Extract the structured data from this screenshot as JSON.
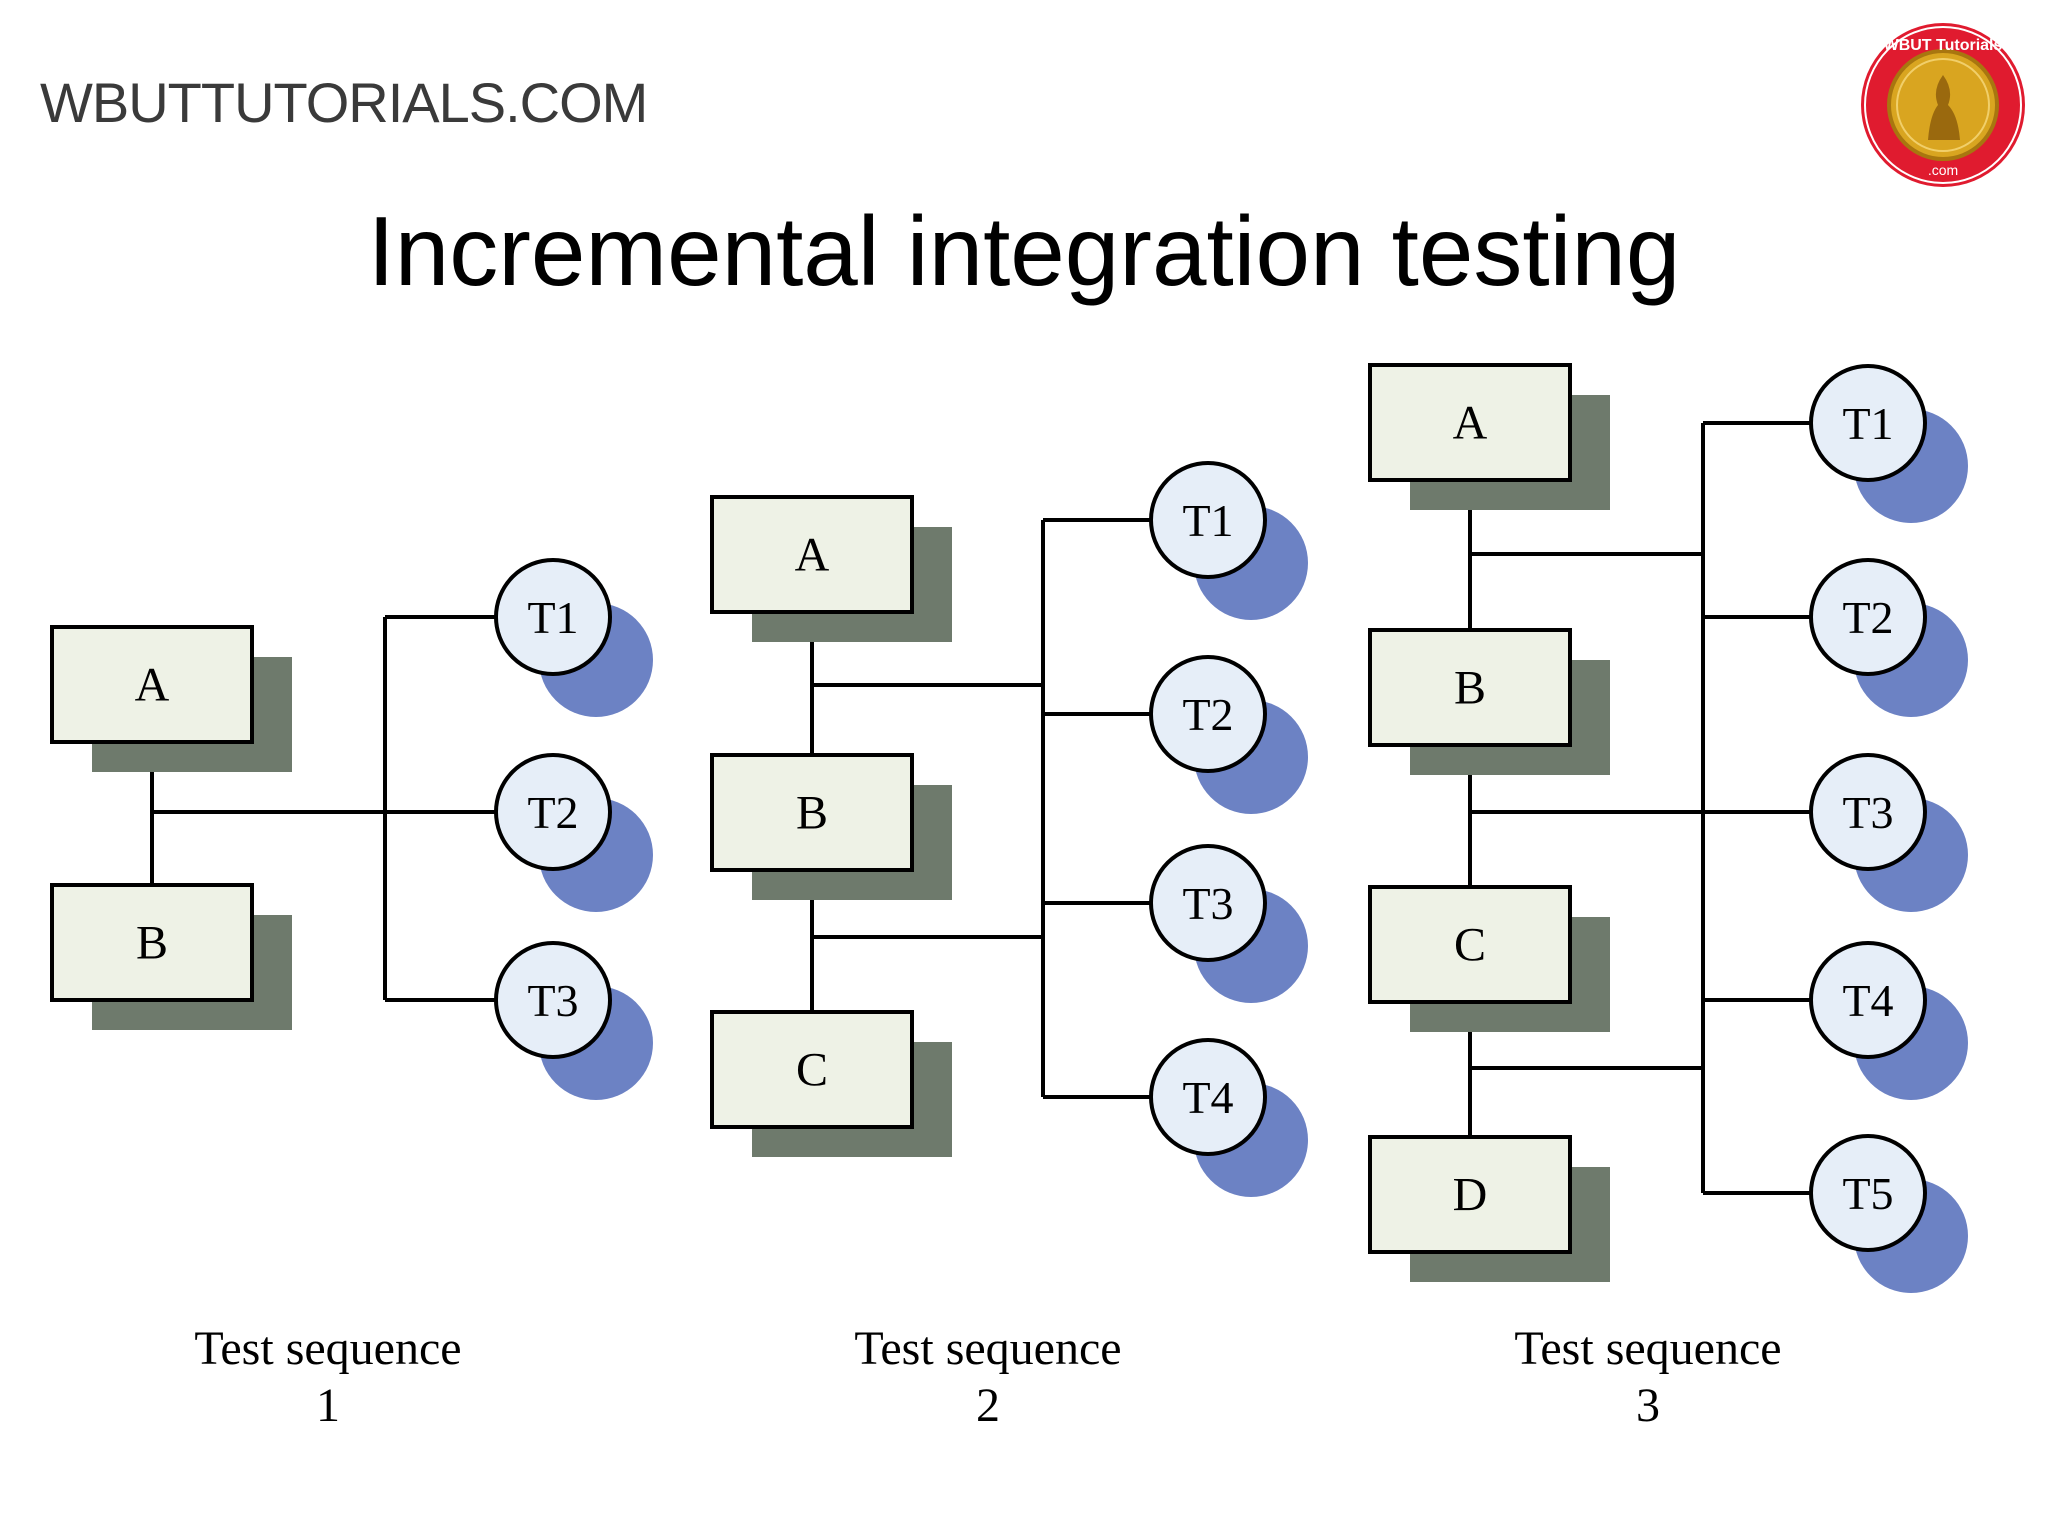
{
  "watermark": "WBUTTUTORIALS.COM",
  "title": "Incremental integration testing",
  "logo": {
    "ring_text": "WBUT Tutorials.com",
    "colors": {
      "ring": "#e01b2f",
      "coin": "#d9a520"
    }
  },
  "colors": {
    "box_fill": "#eef2e6",
    "box_shadow": "#6e7a6c",
    "circle_fill": "#e6eef8",
    "circle_shadow": "#6c82c4",
    "line": "#000000"
  },
  "sequences": [
    {
      "label_line1": "Test sequence",
      "label_line2": "1",
      "modules": [
        "A",
        "B"
      ],
      "tests": [
        "T1",
        "T2",
        "T3"
      ]
    },
    {
      "label_line1": "Test sequence",
      "label_line2": "2",
      "modules": [
        "A",
        "B",
        "C"
      ],
      "tests": [
        "T1",
        "T2",
        "T3",
        "T4"
      ]
    },
    {
      "label_line1": "Test sequence",
      "label_line2": "3",
      "modules": [
        "A",
        "B",
        "C",
        "D"
      ],
      "tests": [
        "T1",
        "T2",
        "T3",
        "T4",
        "T5"
      ]
    }
  ]
}
